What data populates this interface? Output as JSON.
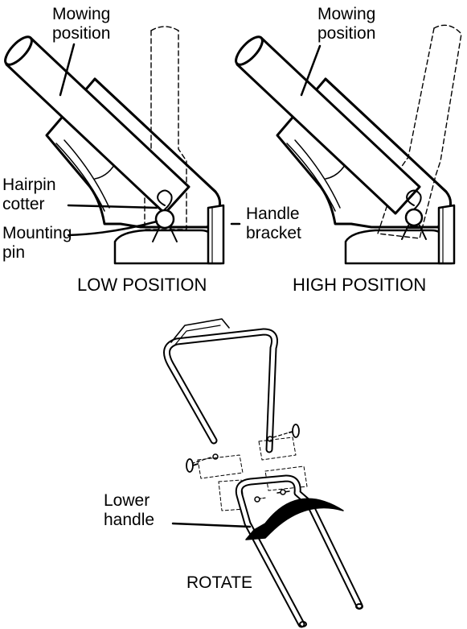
{
  "left_panel": {
    "mowing_label_1": "Mowing",
    "mowing_label_2": "position",
    "hairpin_label_1": "Hairpin",
    "hairpin_label_2": "cotter",
    "mounting_label_1": "Mounting",
    "mounting_label_2": "pin",
    "bracket_label_1": "Handle",
    "bracket_label_2": "bracket",
    "caption": "LOW POSITION"
  },
  "right_panel": {
    "mowing_label_1": "Mowing",
    "mowing_label_2": "position",
    "caption": "HIGH POSITION"
  },
  "bottom_panel": {
    "lower_label_1": "Lower",
    "lower_label_2": "handle",
    "rotate_label": "ROTATE"
  },
  "colors": {
    "ink": "#000000",
    "paper": "#ffffff"
  }
}
